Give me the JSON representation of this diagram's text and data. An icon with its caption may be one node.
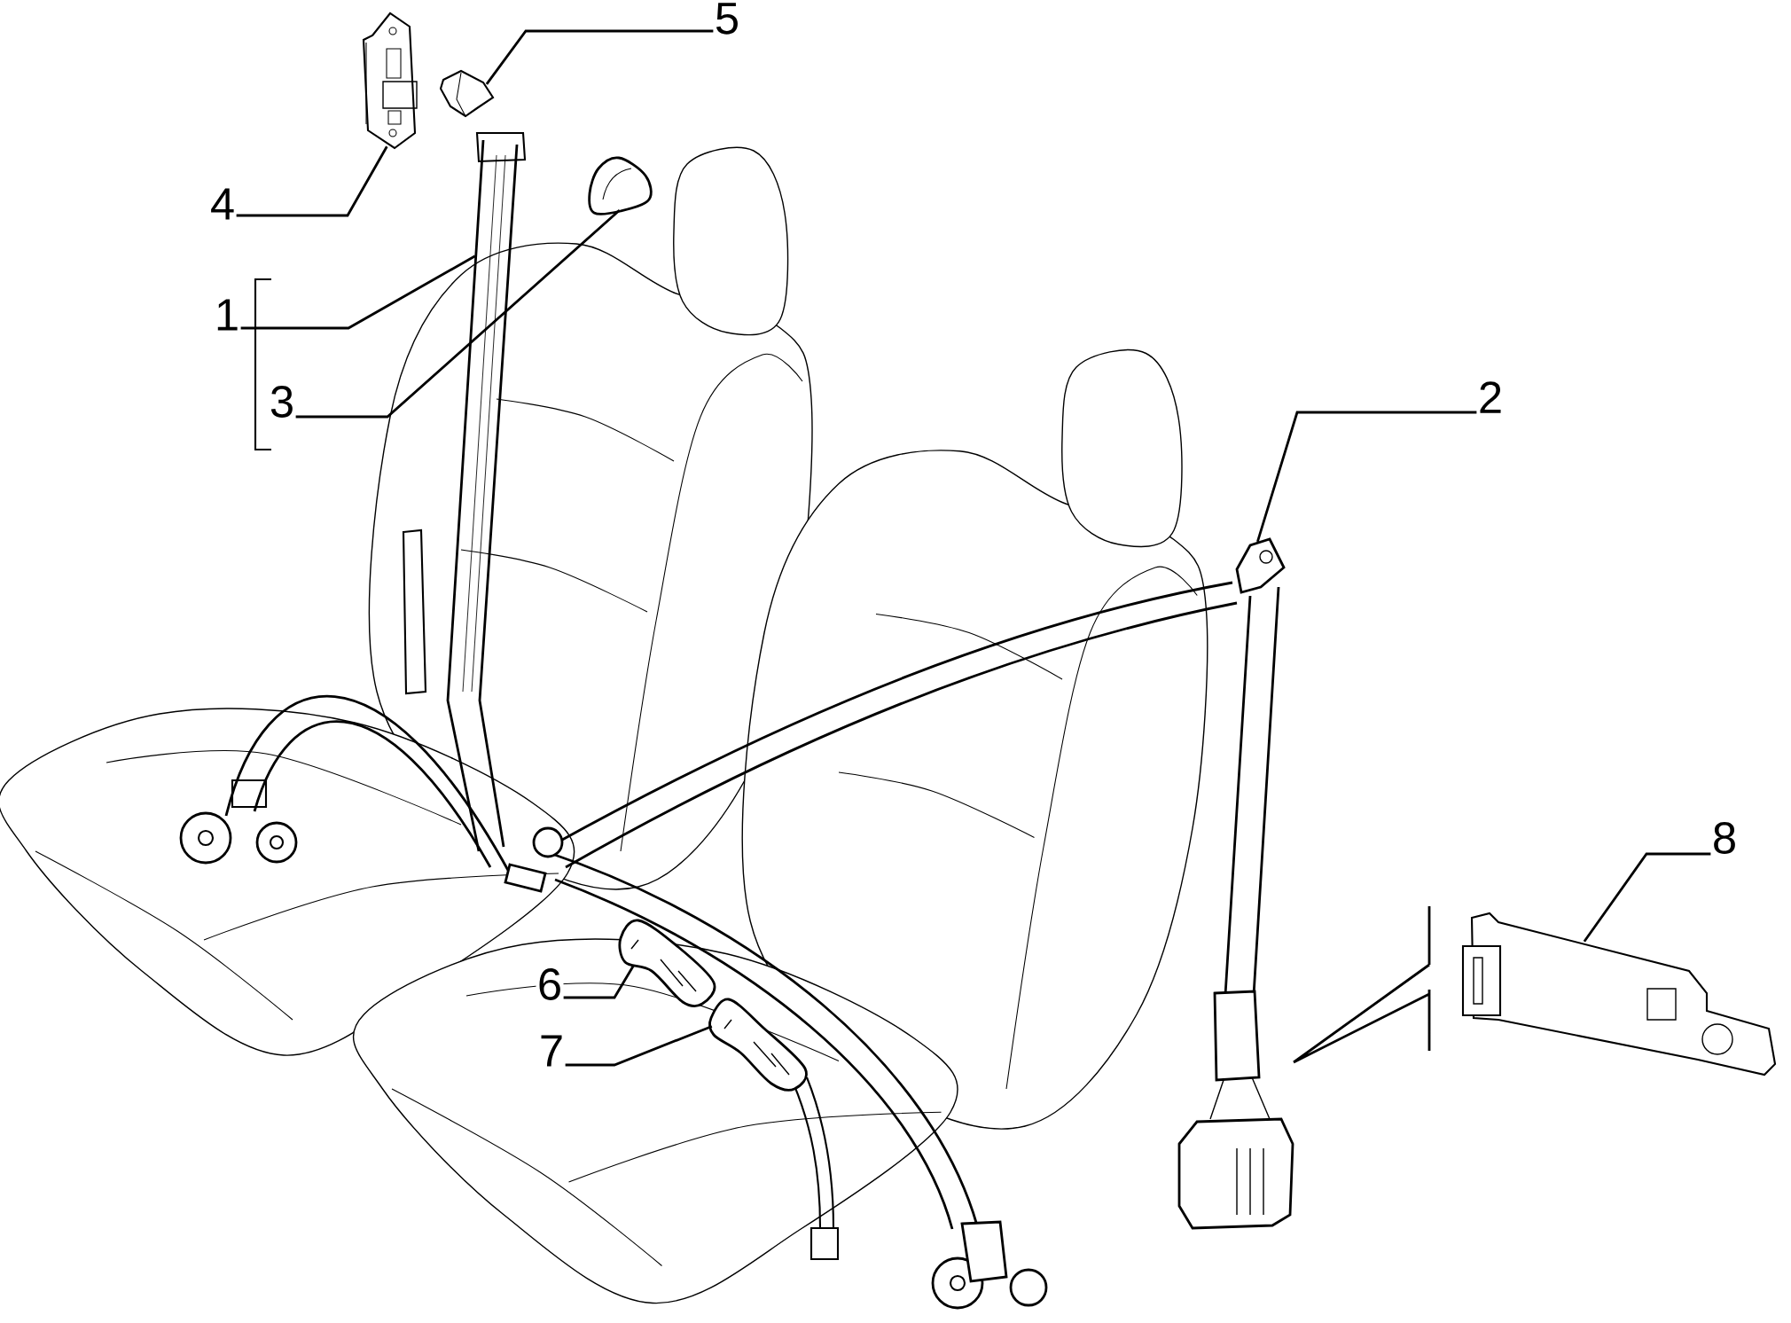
{
  "diagram": {
    "nodes": [
      {
        "text": [
          "5"
        ]
      },
      {
        "text": [
          "4"
        ]
      },
      {
        "text": [
          "1"
        ]
      },
      {
        "text": [
          "3"
        ]
      },
      {
        "text": [
          "2"
        ]
      },
      {
        "text": [
          "8"
        ]
      },
      {
        "text": [
          "6"
        ]
      },
      {
        "text": [
          "7"
        ]
      },
      {
        "text": [],
        "shape": "picture"
      },
      {
        "text": [],
        "shape": "picture"
      },
      {
        "text": [],
        "shape": "picture"
      },
      {
        "text": [],
        "shape": "picture"
      },
      {
        "text": [],
        "shape": "picture"
      },
      {
        "text": [],
        "shape": "picture"
      },
      {
        "text": [],
        "shape": "picture"
      },
      {
        "text": [],
        "shape": "picture"
      }
    ],
    "edges": [
      {
        "from": 0,
        "to": 8,
        "arrow": "none"
      },
      {
        "from": 1,
        "to": 9,
        "arrow": "none"
      },
      {
        "from": 2,
        "to": 10,
        "arrow": "none"
      },
      {
        "from": 3,
        "to": 11,
        "arrow": "none"
      },
      {
        "from": 4,
        "to": 12,
        "arrow": "none"
      },
      {
        "from": 5,
        "to": 13,
        "arrow": "none"
      },
      {
        "from": 6,
        "to": 14,
        "arrow": "none"
      },
      {
        "from": 7,
        "to": 15,
        "arrow": "none"
      }
    ]
  }
}
